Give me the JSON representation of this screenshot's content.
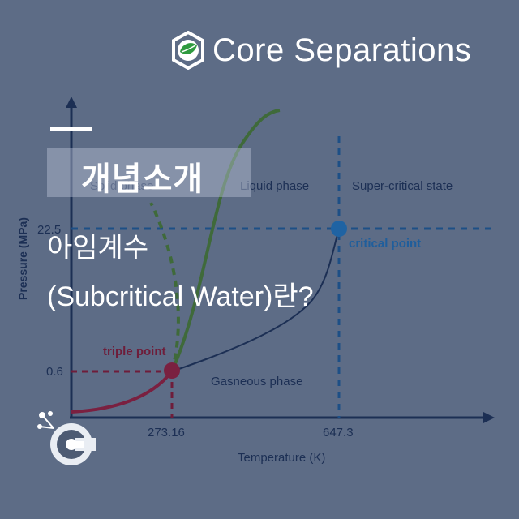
{
  "brand": {
    "name": "Core Separations",
    "logo_icon": "gear-leaf-logo-icon"
  },
  "category": "개념소개",
  "headline": {
    "line1": "아임계수",
    "line2": "(Subcritical Water)란?"
  },
  "diagram": {
    "y_axis_label": "Pressure (MPa)",
    "x_axis_label": "Temperature (K)",
    "y_ticks": [
      "22.5",
      "0.6"
    ],
    "x_ticks": [
      "273.16",
      "647.3"
    ],
    "regions": {
      "solid": "Solid phase",
      "liquid": "Liquid phase",
      "supercritical": "Super-critical state",
      "gas": "Gasneous phase"
    },
    "points": {
      "triple": "triple point",
      "critical": "critical point"
    }
  },
  "colors": {
    "background": "#5d6c86",
    "critical": "#2066a8",
    "triple": "#7a2040",
    "melting": "#3f6a3a",
    "grid": "#1d4f86"
  },
  "corner_logo_icon": "molecule-c-logo-icon"
}
